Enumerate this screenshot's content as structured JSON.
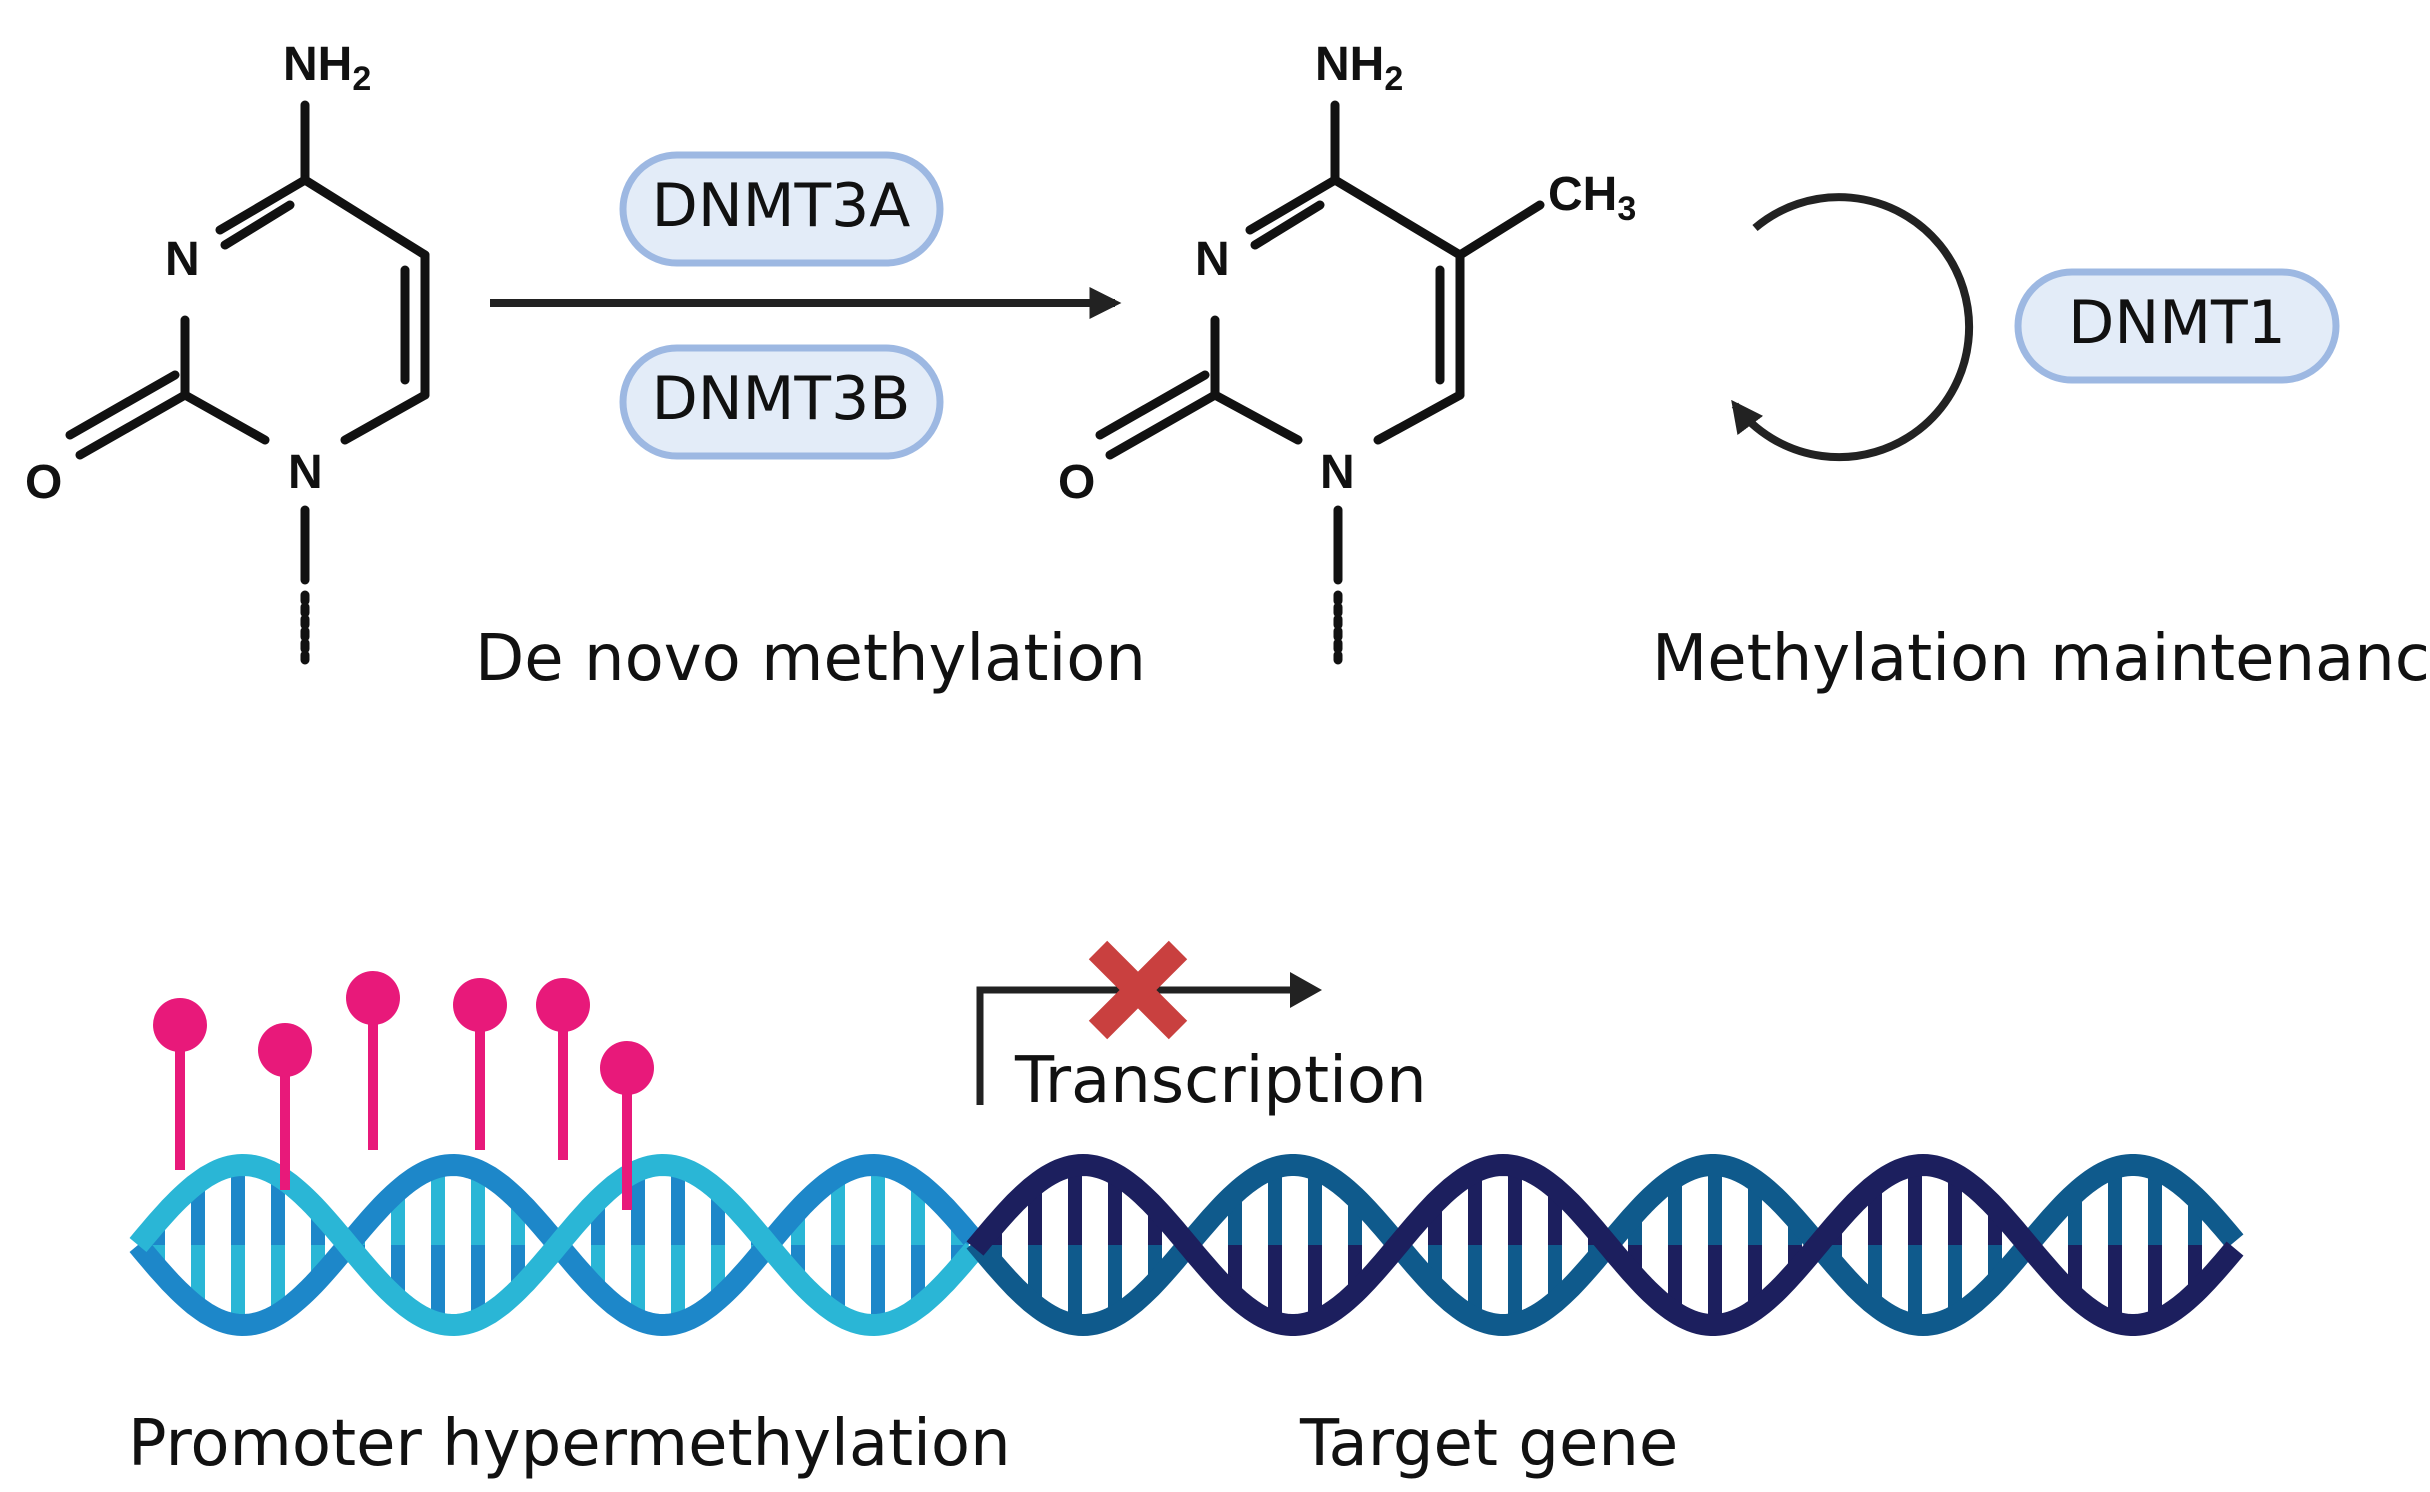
{
  "molecule_left": {
    "amine": "NH",
    "amine_sub": "2",
    "ring_n": "N",
    "n1": "N",
    "oxygen": "O"
  },
  "molecule_right": {
    "amine": "NH",
    "amine_sub": "2",
    "methyl": "CH",
    "methyl_sub": "3",
    "ring_n": "N",
    "n1": "N",
    "oxygen": "O"
  },
  "enzymes": {
    "de_novo_1": "DNMT3A",
    "de_novo_2": "DNMT3B",
    "maintenance": "DNMT1"
  },
  "labels": {
    "de_novo": "De novo methylation",
    "maintenance": "Methylation maintenance",
    "transcription": "Transcription",
    "promoter": "Promoter hypermethylation",
    "target_gene": "Target gene"
  },
  "colors": {
    "pill_fill": "#e3ecf8",
    "pill_stroke": "#9db8e2",
    "methyl_mark": "#e8197a",
    "block_x": "#c9403f",
    "promoter_strand_light": "#2ab6d6",
    "promoter_strand_mid": "#1d87c9",
    "gene_strand_dark": "#1c1f5e",
    "gene_strand_mid": "#0f5a8c"
  },
  "icons": [
    "arrow-right-icon",
    "cycle-arrow-icon",
    "transcription-arrow-icon",
    "blocked-x-icon",
    "methyl-lollipop-icon",
    "dna-helix-icon"
  ]
}
